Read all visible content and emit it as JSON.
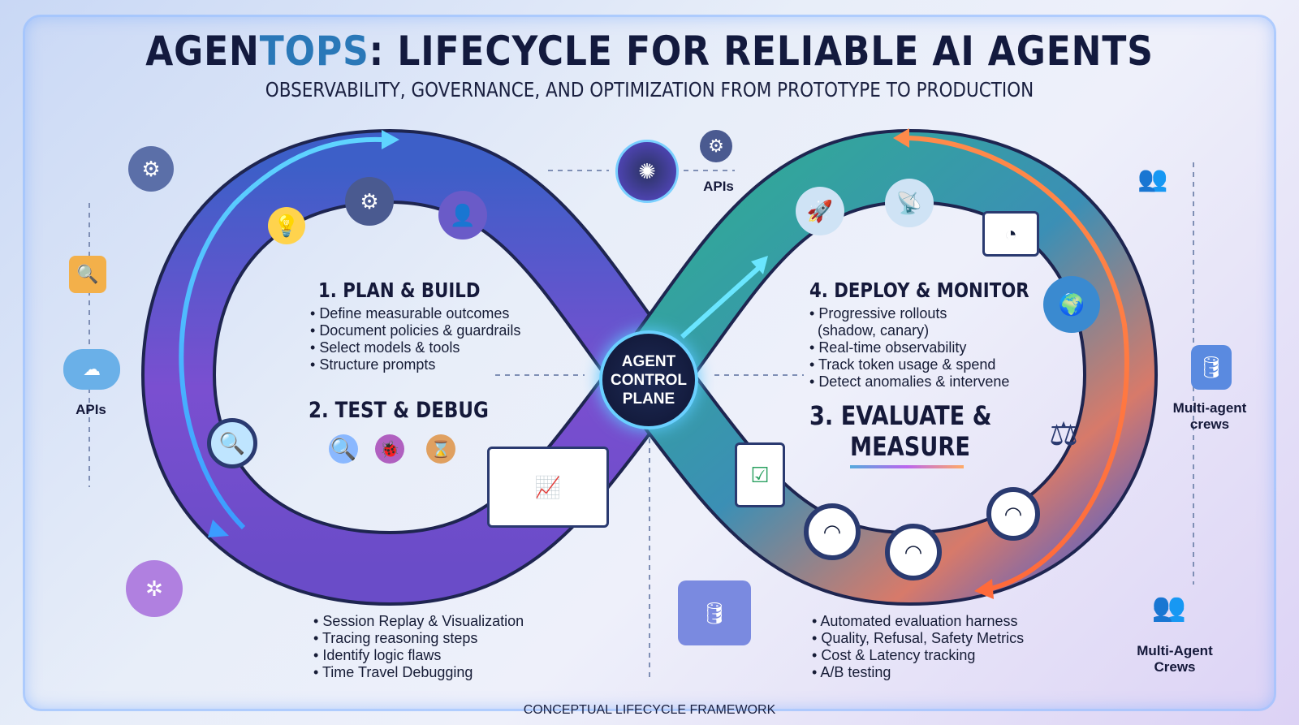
{
  "header": {
    "title_a": "AGEN",
    "title_b": "TOPS",
    "title_c": ": LIFECYCLE FOR RELIABLE AI AGENTS",
    "subtitle": "OBSERVABILITY, GOVERNANCE, AND OPTIMIZATION FROM PROTOTYPE TO PRODUCTION"
  },
  "center": {
    "line1": "AGENT",
    "line2": "CONTROL",
    "line3": "PLANE"
  },
  "stages": {
    "plan": {
      "title": "1. PLAN & BUILD",
      "items": [
        "Define measurable outcomes",
        "Document policies & guardrails",
        "Select models & tools",
        "Structure prompts"
      ]
    },
    "test": {
      "title": "2. TEST & DEBUG",
      "items": [
        "Session Replay & Visualization",
        "Tracing reasoning steps",
        "Identify logic flaws",
        "Time Travel Debugging"
      ]
    },
    "deploy": {
      "title": "4. DEPLOY & MONITOR",
      "items": [
        "Progressive rollouts",
        "(shadow, canary)",
        "Real-time observability",
        "Track token usage & spend",
        "Detect anomalies & intervene"
      ]
    },
    "evaluate": {
      "title_line1": "3. EVALUATE &",
      "title_line2": "MEASURE",
      "items": [
        "Automated evaluation harness",
        "Quality, Refusal, Safety Metrics",
        "Cost & Latency tracking",
        "A/B testing"
      ]
    }
  },
  "labels": {
    "apis_left": "APIs",
    "apis_top": "APIs",
    "multi_agent_crews_1": "Multi-agent crews",
    "multi_agent_crews_2": "Multi-Agent Crews"
  },
  "footer": "CONCEPTUAL LIFECYCLE FRAMEWORK",
  "colors": {
    "accent": "#2a78b8",
    "left_loop": "#4a5fd0",
    "right_loop": "#3aa58a",
    "orange": "#f08a4b"
  }
}
